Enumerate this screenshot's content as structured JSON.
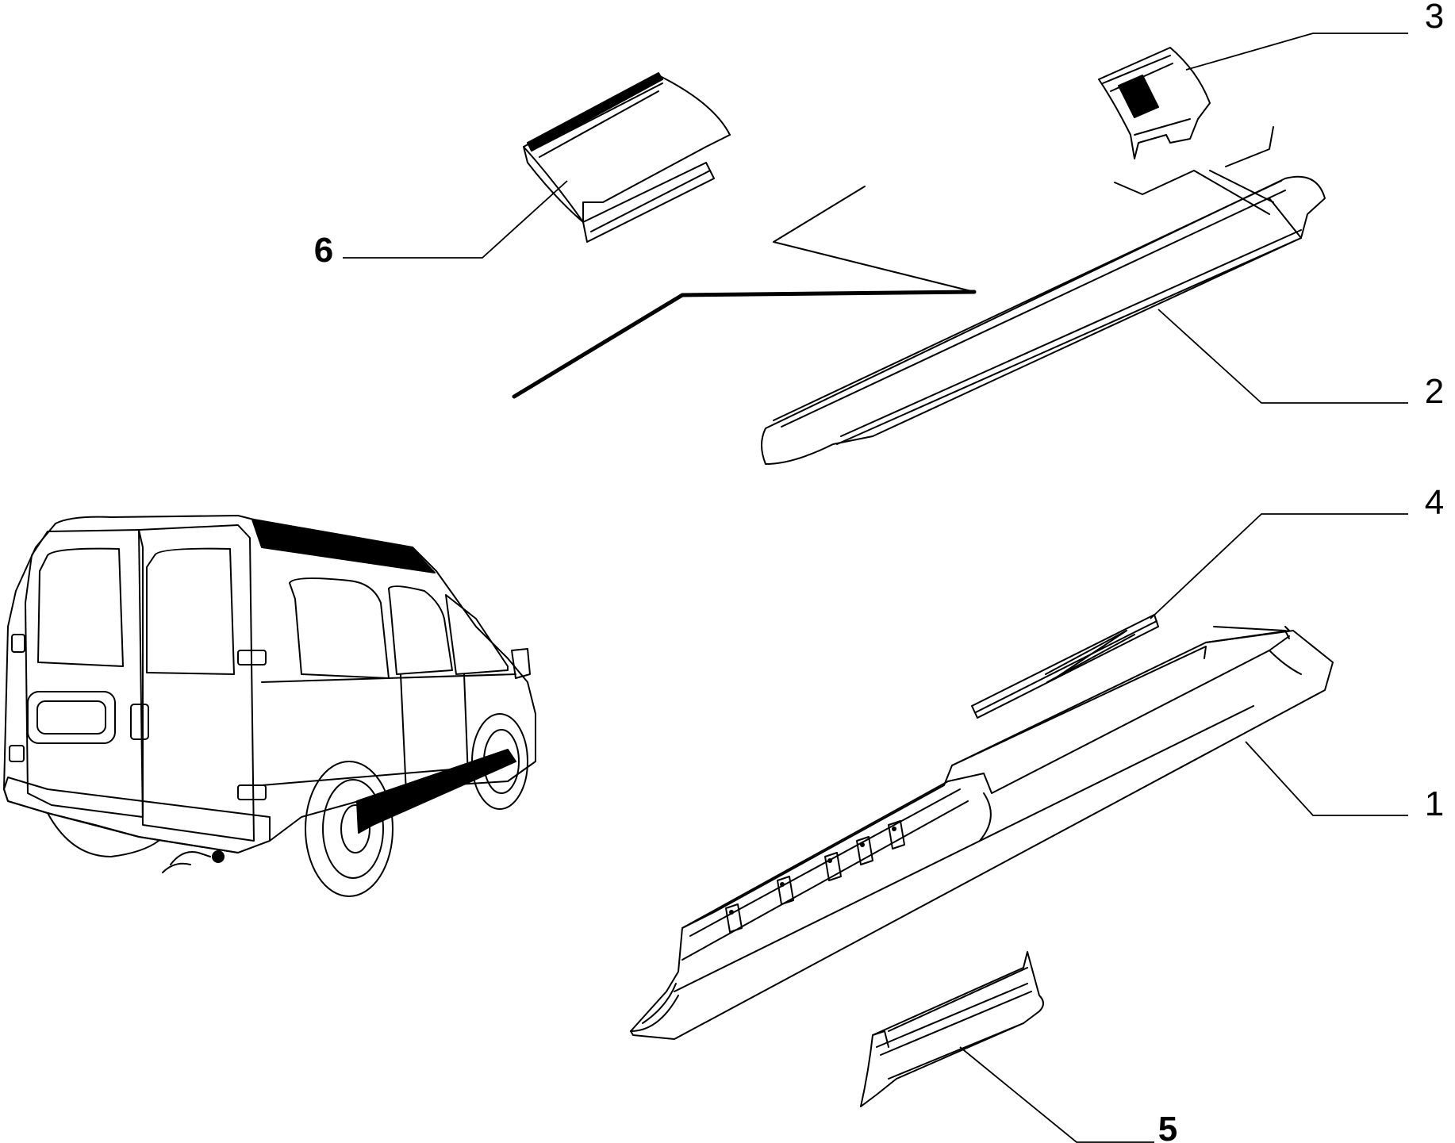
{
  "callouts": [
    {
      "id": "1",
      "label": "1",
      "bold": false
    },
    {
      "id": "2",
      "label": "2",
      "bold": false
    },
    {
      "id": "3",
      "label": "3",
      "bold": false
    },
    {
      "id": "4",
      "label": "4",
      "bold": false
    },
    {
      "id": "5",
      "label": "5",
      "bold": true
    },
    {
      "id": "6",
      "label": "6",
      "bold": true
    }
  ],
  "colors": {
    "line": "#000000",
    "background": "#ffffff"
  }
}
